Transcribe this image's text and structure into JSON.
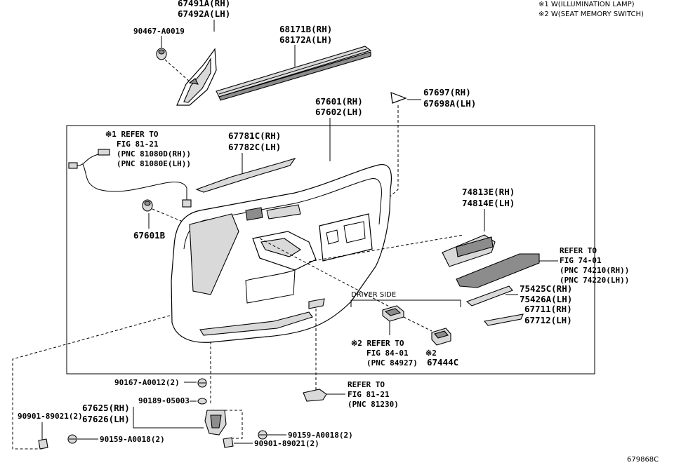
{
  "notes": {
    "note1": "※1 W(ILLUMINATION LAMP)",
    "note2": "※2 W(SEAT MEMORY SWITCH)"
  },
  "parts": {
    "p67491": [
      "67491A(RH)",
      "67492A(LH)"
    ],
    "p90467": "90467-A0019",
    "p68171": [
      "68171B(RH)",
      "68172A(LH)"
    ],
    "p67601": [
      "67601(RH)",
      "67602(LH)"
    ],
    "p67697": [
      "67697(RH)",
      "67698A(LH)"
    ],
    "p67781": [
      "67781C(RH)",
      "67782C(LH)"
    ],
    "p67601b": "67601B",
    "p74813": [
      "74813E(RH)",
      "74814E(LH)"
    ],
    "p75425": [
      "75425C(RH)",
      "75426A(LH)"
    ],
    "p67711": [
      "67711(RH)",
      "67712(LH)"
    ],
    "p67444c": "67444C",
    "p90167": "90167-A0012(2)",
    "p90189": "90189-05003",
    "p67625": [
      "67625(RH)",
      "67626(LH)"
    ],
    "p90901_left": "90901-89021(2)",
    "p90159_left": "90159-A0018(2)",
    "p90159_right": "90159-A0018(2)",
    "p90901_right": "90901-89021(2)"
  },
  "refs": {
    "ref_81_21_top": [
      "※1 REFER TO",
      "FIG 81-21",
      "(PNC 81080D(RH))",
      "(PNC 81080E(LH))"
    ],
    "ref_74_01": [
      "REFER TO",
      "FIG 74-01",
      "(PNC 74210(RH))",
      "(PNC 74220(LH))"
    ],
    "ref_84_01": [
      "※2 REFER TO",
      "FIG 84-01",
      "(PNC 84927)"
    ],
    "ref_81_21_bottom": [
      "REFER TO",
      "FIG 81-21",
      "(PNC 81230)"
    ]
  },
  "marker_67444c": "※2",
  "driver_side": "DRIVER SIDE",
  "figure_code": "679868C"
}
